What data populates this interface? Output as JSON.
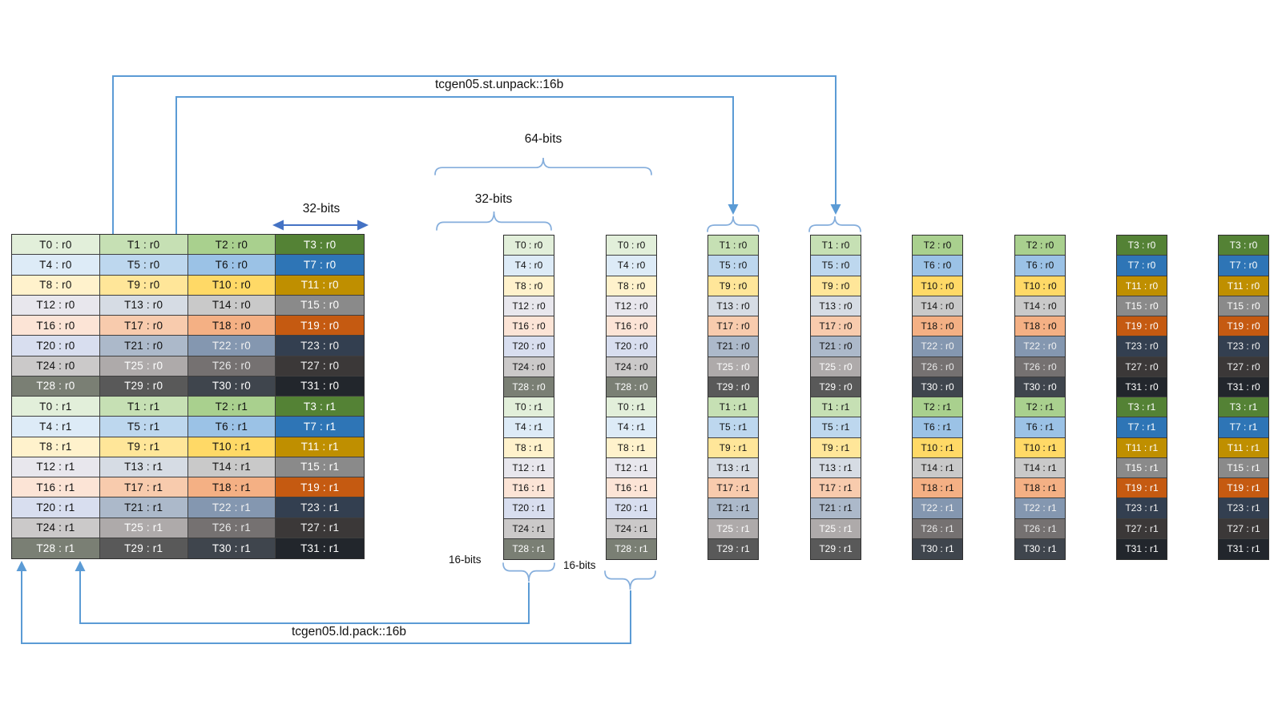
{
  "labels": {
    "st_unpack": "tcgen05.st.unpack::16b",
    "ld_pack": "tcgen05.ld.pack::16b",
    "bits64": "64-bits",
    "bits32_strip": "32-bits",
    "bits32_grid": "32-bits",
    "bits16_left": "16-bits",
    "bits16_right": "16-bits"
  },
  "colors": {
    "connector": "#5B9BD5",
    "brace": "#85AEDC",
    "dim_arrow": "#4472C4",
    "cell_border": "#3F3F3F",
    "text": "#111111"
  },
  "styles": {
    "T0": {
      "bg": "#E2EFDA",
      "fg": "#111111"
    },
    "T1": {
      "bg": "#C6E0B4",
      "fg": "#111111"
    },
    "T2": {
      "bg": "#A9D08E",
      "fg": "#111111"
    },
    "T3": {
      "bg": "#548235",
      "fg": "#FFFFFF"
    },
    "T4": {
      "bg": "#DDEBF7",
      "fg": "#111111"
    },
    "T5": {
      "bg": "#BDD7EE",
      "fg": "#111111"
    },
    "T6": {
      "bg": "#9BC2E6",
      "fg": "#111111"
    },
    "T7": {
      "bg": "#2E75B6",
      "fg": "#FFFFFF"
    },
    "T8": {
      "bg": "#FFF2CC",
      "fg": "#111111"
    },
    "T9": {
      "bg": "#FFE699",
      "fg": "#111111"
    },
    "T10": {
      "bg": "#FFD966",
      "fg": "#111111"
    },
    "T11": {
      "bg": "#BF8F00",
      "fg": "#FFFFFF"
    },
    "T12": {
      "bg": "#E8E7ED",
      "fg": "#111111"
    },
    "T13": {
      "bg": "#D6DCE4",
      "fg": "#111111"
    },
    "T14": {
      "bg": "#C9C9C9",
      "fg": "#111111"
    },
    "T15": {
      "bg": "#8A8A8A",
      "fg": "#FFFFFF"
    },
    "T16": {
      "bg": "#FCE4D6",
      "fg": "#111111"
    },
    "T17": {
      "bg": "#F8CBAD",
      "fg": "#111111"
    },
    "T18": {
      "bg": "#F4B084",
      "fg": "#111111"
    },
    "T19": {
      "bg": "#C55A11",
      "fg": "#FFFFFF"
    },
    "T20": {
      "bg": "#D8DEEF",
      "fg": "#111111"
    },
    "T21": {
      "bg": "#ACB9CA",
      "fg": "#111111"
    },
    "T22": {
      "bg": "#8497B0",
      "fg": "#F2F2F2"
    },
    "T23": {
      "bg": "#333F50",
      "fg": "#F2F2F2"
    },
    "T24": {
      "bg": "#CBC9C9",
      "fg": "#111111"
    },
    "T25": {
      "bg": "#AEAAAA",
      "fg": "#FFFFFF"
    },
    "T26": {
      "bg": "#757171",
      "fg": "#E8E8E8"
    },
    "T27": {
      "bg": "#3B3838",
      "fg": "#F2F2F2"
    },
    "T28": {
      "bg": "#7A7F74",
      "fg": "#FFFFFF"
    },
    "T29": {
      "bg": "#595959",
      "fg": "#FFFFFF"
    },
    "T30": {
      "bg": "#3F454D",
      "fg": "#FFFFFF"
    },
    "T31": {
      "bg": "#22262C",
      "fg": "#FFFFFF"
    }
  },
  "main_grid": {
    "rows": [
      [
        "T0 : r0",
        "T1 : r0",
        "T2 : r0",
        "T3 : r0"
      ],
      [
        "T4 : r0",
        "T5 : r0",
        "T6 : r0",
        "T7 : r0"
      ],
      [
        "T8 : r0",
        "T9 : r0",
        "T10 : r0",
        "T11 : r0"
      ],
      [
        "T12 : r0",
        "T13 : r0",
        "T14 : r0",
        "T15 : r0"
      ],
      [
        "T16 : r0",
        "T17 : r0",
        "T18 : r0",
        "T19 : r0"
      ],
      [
        "T20 : r0",
        "T21 : r0",
        "T22 : r0",
        "T23 : r0"
      ],
      [
        "T24 : r0",
        "T25 : r0",
        "T26 : r0",
        "T27 : r0"
      ],
      [
        "T28 : r0",
        "T29 : r0",
        "T30 : r0",
        "T31 : r0"
      ],
      [
        "T0 : r1",
        "T1 : r1",
        "T2 : r1",
        "T3 : r1"
      ],
      [
        "T4 : r1",
        "T5 : r1",
        "T6 : r1",
        "T7 : r1"
      ],
      [
        "T8 : r1",
        "T9 : r1",
        "T10 : r1",
        "T11 : r1"
      ],
      [
        "T12 : r1",
        "T13 : r1",
        "T14 : r1",
        "T15 : r1"
      ],
      [
        "T16 : r1",
        "T17 : r1",
        "T18 : r1",
        "T19 : r1"
      ],
      [
        "T20 : r1",
        "T21 : r1",
        "T22 : r1",
        "T23 : r1"
      ],
      [
        "T24 : r1",
        "T25 : r1",
        "T26 : r1",
        "T27 : r1"
      ],
      [
        "T28 : r1",
        "T29 : r1",
        "T30 : r1",
        "T31 : r1"
      ]
    ]
  },
  "strip_columns": [
    [
      "T0 : r0",
      "T4 : r0",
      "T8 : r0",
      "T12 : r0",
      "T16 : r0",
      "T20 : r0",
      "T24 : r0",
      "T28 : r0",
      "T0 : r1",
      "T4 : r1",
      "T8 : r1",
      "T12 : r1",
      "T16 : r1",
      "T20 : r1",
      "T24 : r1",
      "T28 : r1"
    ],
    [
      "T1 : r0",
      "T5 : r0",
      "T9 : r0",
      "T13 : r0",
      "T17 : r0",
      "T21 : r0",
      "T25 : r0",
      "T29 : r0",
      "T1 : r1",
      "T5 : r1",
      "T9 : r1",
      "T13 : r1",
      "T17 : r1",
      "T21 : r1",
      "T25 : r1",
      "T29 : r1"
    ],
    [
      "T2 : r0",
      "T6 : r0",
      "T10 : r0",
      "T14 : r0",
      "T18 : r0",
      "T22 : r0",
      "T26 : r0",
      "T30 : r0",
      "T2 : r1",
      "T6 : r1",
      "T10 : r1",
      "T14 : r1",
      "T18 : r1",
      "T22 : r1",
      "T26 : r1",
      "T30 : r1"
    ],
    [
      "T3 : r0",
      "T7 : r0",
      "T11 : r0",
      "T15 : r0",
      "T19 : r0",
      "T23 : r0",
      "T27 : r0",
      "T31 : r0",
      "T3 : r1",
      "T7 : r1",
      "T11 : r1",
      "T15 : r1",
      "T19 : r1",
      "T23 : r1",
      "T27 : r1",
      "T31 : r1"
    ]
  ],
  "strips": [
    {
      "column": 0
    },
    {
      "column": 0
    },
    {
      "column": 1
    },
    {
      "column": 1
    },
    {
      "column": 2
    },
    {
      "column": 2
    },
    {
      "column": 3
    },
    {
      "column": 3
    }
  ]
}
